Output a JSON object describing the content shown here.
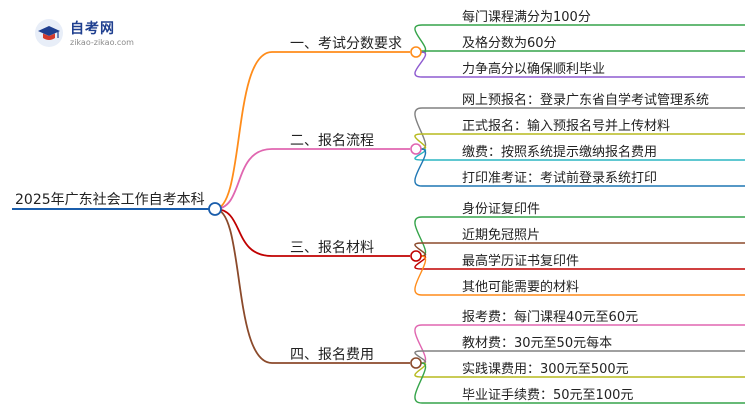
{
  "logo": {
    "title": "自考网",
    "url": "zikao-zikao.com"
  },
  "root": {
    "label": "2025年广东社会工作自考本科"
  },
  "colors": {
    "root_line": "#1a5dab",
    "branch1": "#ff8c1a",
    "branch2": "#e066b0",
    "branch3": "#c00000",
    "branch4": "#8b4a2b"
  },
  "branches": [
    {
      "label": "一、考试分数要求",
      "leaves": [
        {
          "label": "每门课程满分为100分",
          "color": "#35a44a"
        },
        {
          "label": "及格分数为60分",
          "color": "#35a44a"
        },
        {
          "label": "力争高分以确保顺利毕业",
          "color": "#8e5bd0"
        }
      ]
    },
    {
      "label": "二、报名流程",
      "leaves": [
        {
          "label": "网上预报名：登录广东省自学考试管理系统",
          "color": "#808080"
        },
        {
          "label": "正式报名：输入预报名号并上传材料",
          "color": "#b7ba1e"
        },
        {
          "label": "缴费：按照系统提示缴纳报名费用",
          "color": "#2bb5c2"
        },
        {
          "label": "打印准考证：考试前登录系统打印",
          "color": "#1f77b4"
        }
      ]
    },
    {
      "label": "三、报名材料",
      "leaves": [
        {
          "label": "身份证复印件",
          "color": "#35a44a"
        },
        {
          "label": "近期免冠照片",
          "color": "#8b4a2b"
        },
        {
          "label": "最高学历证书复印件",
          "color": "#c00000"
        },
        {
          "label": "其他可能需要的材料",
          "color": "#ff8c1a"
        }
      ]
    },
    {
      "label": "四、报名费用",
      "leaves": [
        {
          "label": "报考费：每门课程40元至60元",
          "color": "#e066b0"
        },
        {
          "label": "教材费：30元至50元每本",
          "color": "#808080"
        },
        {
          "label": "实践课费用：300元至500元",
          "color": "#b7ba1e"
        },
        {
          "label": "毕业证手续费：50元至100元",
          "color": "#35a44a"
        }
      ]
    }
  ]
}
